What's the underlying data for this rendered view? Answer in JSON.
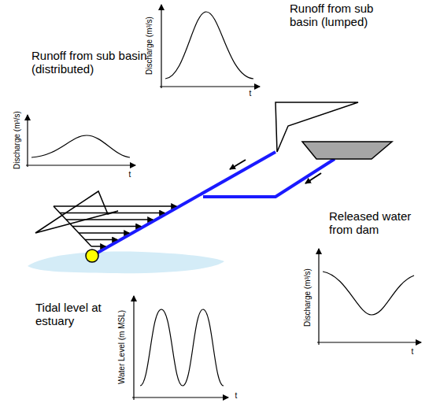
{
  "diagram": {
    "labels": [
      "Runoff from sub basin (lumped)",
      "Discharge (m³/s)",
      "t",
      "Runoff from sub basin (distributed)",
      "Discharge (m³/s)",
      "t",
      "Released water from dam",
      "Discharge (m³/s)",
      "t",
      "Tidal level at estuary",
      "Water Level (m MSL)",
      "t"
    ]
  }
}
